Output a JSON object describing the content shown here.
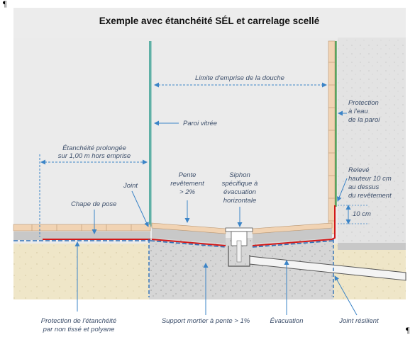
{
  "title": "Exemple avec étanchéité SÉL et carrelage scellé",
  "pilcrow": "¶",
  "labels": {
    "limite_emprise": "Limite d'emprise de la douche",
    "paroi_vitree": "Paroi vitrée",
    "etancheite_prolongee": [
      "Étanchéité prolongée",
      "sur 1,00 m hors emprise"
    ],
    "protection_eau": [
      "Protection",
      "à l'eau",
      "de la paroi"
    ],
    "releve": [
      "Relevé",
      "hauteur 10 cm",
      "au dessus",
      "du revêtement"
    ],
    "dim_10cm": "10 cm",
    "joint": "Joint",
    "pente_revetement": [
      "Pente",
      "revêtement",
      "> 2%"
    ],
    "siphon": [
      "Siphon",
      "spécifique à",
      "évacuation",
      "horizontale"
    ],
    "chape_pose": "Chape de pose",
    "protection_etancheite": [
      "Protection de l'étanchéité",
      "par non tissé et polyane"
    ],
    "support_mortier": "Support mortier à pente > 1%",
    "evacuation": "Évacuation",
    "joint_resilient": "Joint résilient"
  },
  "colors": {
    "header_bg": "#ececec",
    "diagram_bg": "#ebebeb",
    "tile": "#f1d3b3",
    "mortar_bed": "#c8c8c8",
    "support": "#d9d9d9",
    "subsoil": "#efe6c8",
    "waterproofing": "#d31818",
    "membrane": "#2d6fb8",
    "glass": "#5fb0a6",
    "leader": "#3b84c7",
    "label": "#3d4f6b"
  }
}
